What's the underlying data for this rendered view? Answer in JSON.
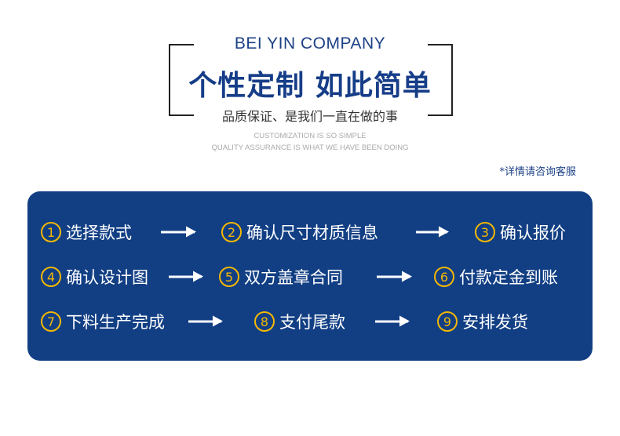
{
  "header": {
    "company": "BEI YIN COMPANY",
    "title": "个性定制 如此简单",
    "subtitle": "品质保证、是我们一直在做的事",
    "en_line1": "CUSTOMIZATION IS SO SIMPLE",
    "en_line2": "QUALITY ASSURANCE IS WHAT WE HAVE BEEN DOING"
  },
  "note": "*详情请咨询客服",
  "steps": [
    {
      "num": "1",
      "label": "选择款式"
    },
    {
      "num": "2",
      "label": "确认尺寸材质信息"
    },
    {
      "num": "3",
      "label": "确认报价"
    },
    {
      "num": "4",
      "label": "确认设计图"
    },
    {
      "num": "5",
      "label": "双方盖章合同"
    },
    {
      "num": "6",
      "label": "付款定金到账"
    },
    {
      "num": "7",
      "label": "下料生产完成"
    },
    {
      "num": "8",
      "label": "支付尾款"
    },
    {
      "num": "9",
      "label": "安排发货"
    }
  ],
  "colors": {
    "primary": "#123f84",
    "accent": "#f5b800"
  }
}
